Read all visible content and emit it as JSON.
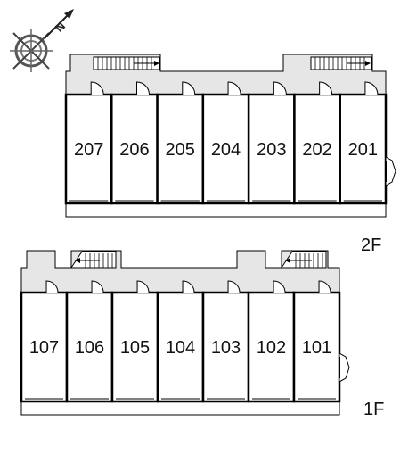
{
  "compass": {
    "letter": "N",
    "icon": "compass-rose-icon"
  },
  "floors": [
    {
      "label": "2F",
      "units": [
        "207",
        "206",
        "205",
        "204",
        "203",
        "202",
        "201"
      ]
    },
    {
      "label": "1F",
      "units": [
        "107",
        "106",
        "105",
        "104",
        "103",
        "102",
        "101"
      ]
    }
  ],
  "colors": {
    "corridor": "#e6e6e6",
    "wall": "#000000",
    "background": "#ffffff"
  }
}
